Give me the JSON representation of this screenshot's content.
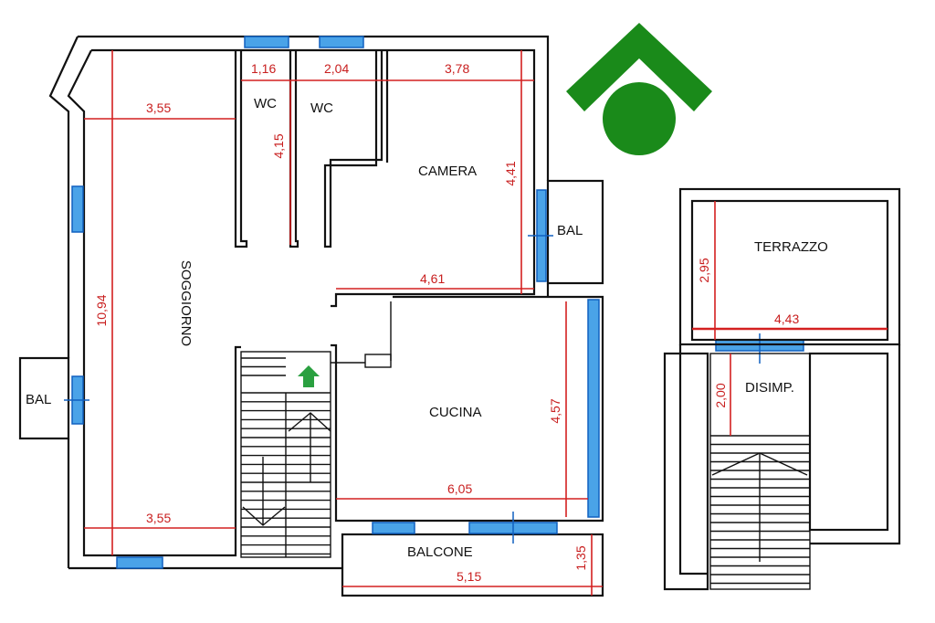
{
  "logo": {
    "name": "agency-logo",
    "color": "#1a8a1a"
  },
  "colors": {
    "wall": "#111111",
    "dimension": "#d42020",
    "window": "#1f7fe0",
    "entrance": "#2aa040"
  },
  "rooms": {
    "soggiorno": "SOGGIORNO",
    "wc1": "WC",
    "wc2": "WC",
    "camera": "CAMERA",
    "bal_right": "BAL",
    "bal_left": "BAL",
    "cucina": "CUCINA",
    "balcone": "BALCONE",
    "terrazzo": "TERRAZZO",
    "disimp": "DISIMP."
  },
  "dimensions": {
    "wc1_width": "1,16",
    "wc2_width": "2,04",
    "camera_width": "3,78",
    "soggiorno_top": "3,55",
    "wc_depth": "4,15",
    "camera_depth": "4,41",
    "camera_bottom": "4,61",
    "soggiorno_length": "10,94",
    "cucina_depth": "4,57",
    "cucina_width": "6,05",
    "soggiorno_bottom": "3,55",
    "balcone_width": "5,15",
    "balcone_depth": "1,35",
    "terrazzo_depth": "2,95",
    "terrazzo_width": "4,43",
    "disimp_depth": "2,00"
  }
}
